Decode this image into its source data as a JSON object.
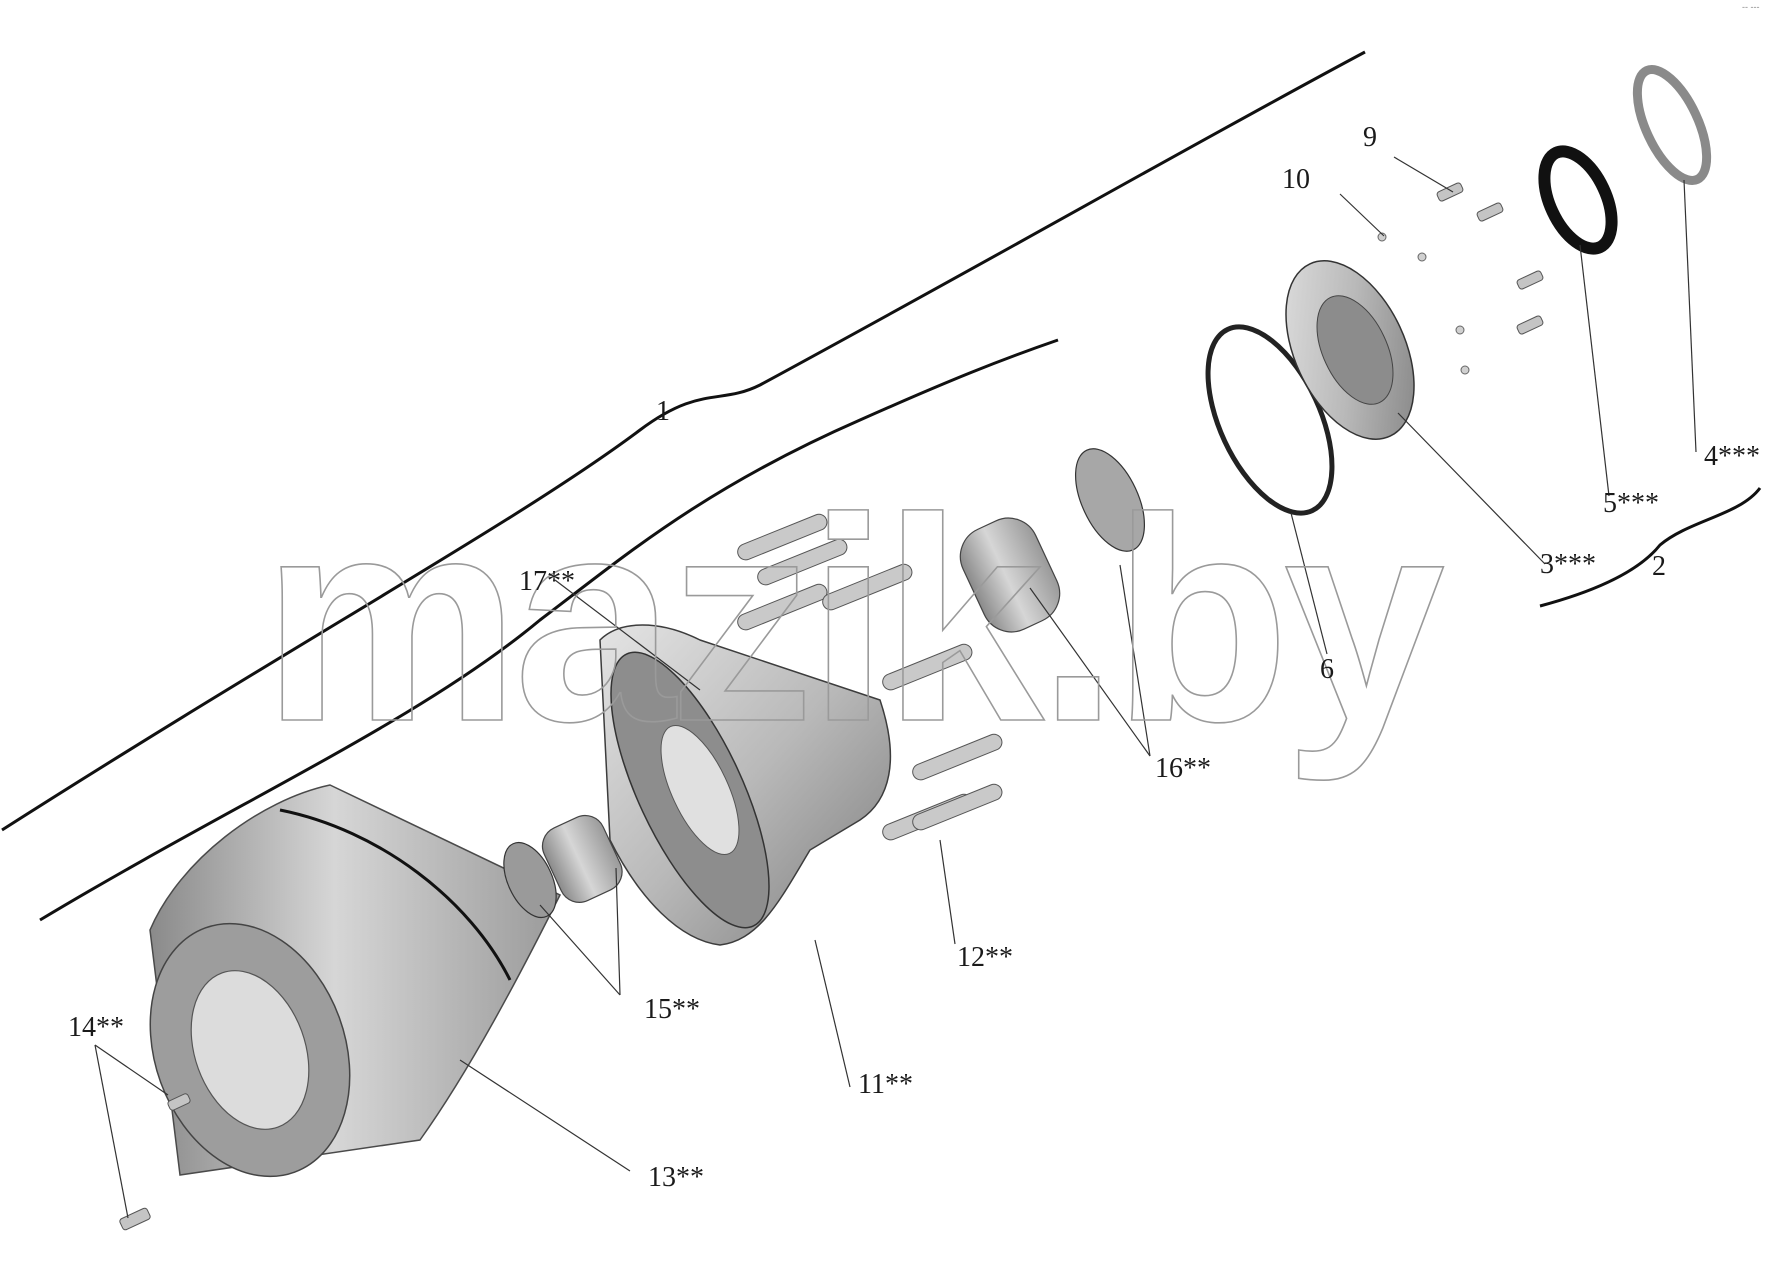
{
  "diagram": {
    "callouts": [
      {
        "id": "c1",
        "text": "1"
      },
      {
        "id": "c2",
        "text": "2"
      },
      {
        "id": "c3",
        "text": "3***"
      },
      {
        "id": "c4",
        "text": "4***"
      },
      {
        "id": "c5",
        "text": "5***"
      },
      {
        "id": "c6",
        "text": "6"
      },
      {
        "id": "c9",
        "text": "9"
      },
      {
        "id": "c10",
        "text": "10"
      },
      {
        "id": "c11",
        "text": "11**"
      },
      {
        "id": "c12",
        "text": "12**"
      },
      {
        "id": "c13",
        "text": "13**"
      },
      {
        "id": "c14",
        "text": "14**"
      },
      {
        "id": "c15",
        "text": "15**"
      },
      {
        "id": "c16",
        "text": "16**"
      },
      {
        "id": "c17",
        "text": "17**"
      }
    ],
    "watermark": "mazik.by",
    "corner_mark": "-- ---",
    "colors": {
      "part_fill": "#b8b8b8",
      "part_dark": "#6e6e6e",
      "part_light": "#e2e2e2",
      "line": "#111111"
    }
  }
}
